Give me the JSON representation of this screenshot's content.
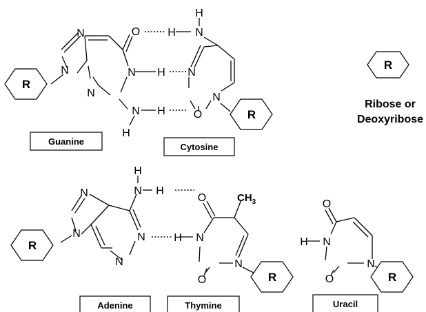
{
  "labels": {
    "guanine": "Guanine",
    "cytosine": "Cytosine",
    "adenine": "Adenine",
    "thymine": "Thymine",
    "uracil": "Uracil",
    "sugar_line1": "Ribose or",
    "sugar_line2": "Deoxyribose"
  },
  "atoms": {
    "N": "N",
    "O": "O",
    "H": "H",
    "R": "R",
    "methyl": "CH",
    "methyl_sub": "3"
  }
}
